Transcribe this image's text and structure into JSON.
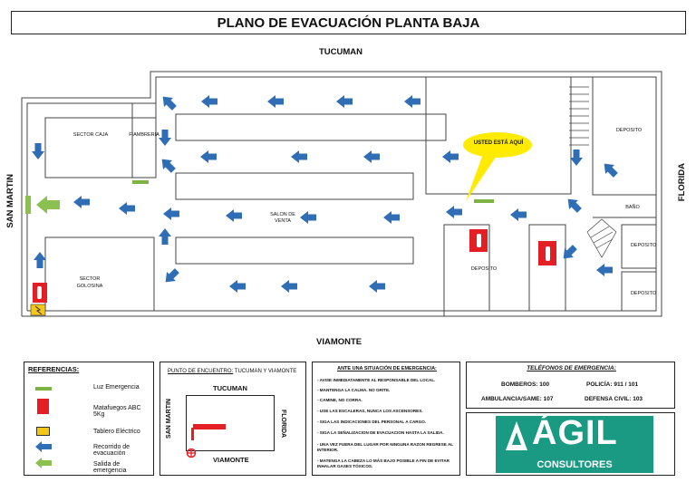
{
  "title": "PLANO DE EVACUACIÓN PLANTA BAJA",
  "streets": {
    "top": "TUCUMAN",
    "bottom": "VIAMONTE",
    "left": "SAN MARTIN",
    "right": "FLORIDA"
  },
  "rooms": {
    "sector_caja": "SECTOR CAJA",
    "fiambreria": "FIAMBRERIA",
    "salon": "SALON DE VENTA",
    "golosina": "SECTOR GOLOSINA",
    "deposito_top": "DEPOSITO",
    "bano": "BAÑO",
    "deposito_mid": "DEPOSITO",
    "deposito_bottom": "DEPOSITO",
    "deposito_center": "DEPOSITO"
  },
  "you_are_here": "USTED ESTÁ AQUÍ",
  "references": {
    "title": "REFERENCIAS:",
    "items": [
      "Luz Emergencia",
      "Matafuegos ABC 5Kg",
      "Tablero Eléctrico",
      "Recorrido de evacuación",
      "Salida de emergencia"
    ]
  },
  "meeting_point": {
    "label": "PUNTO DE ENCUENTRO:",
    "value": "TUCUMAN Y VIAMONTE",
    "top": "TUCUMAN",
    "bottom": "VIAMONTE",
    "left": "SAN MARTIN",
    "right": "FLORIDA"
  },
  "instructions": {
    "title": "ANTE UNA SITUACIÓN DE EMERGENCIA:",
    "items": [
      "- AVISE INMEDIATAMENTE AL RESPONSABLE DEL LOCAL.",
      "- MANTENGA LA CALMA. NO GRITE.",
      "- CAMINE, NO CORRA.",
      "- USE LAS ESCALERAS, NUNCA LOS ASCENSORES.",
      "- SIGA LAS INDICACIONES DEL PERSONAL A CARGO.",
      "- SIGA LA SEÑALIZACION DE EVACUACION HASTA LA SALIDA.",
      "- UNA VEZ FUERA DEL LUGAR POR NINGUNA RAZON REGRESE AL INTERIOR.",
      "- MATENGA LA CABEZA LO MÁS BAJO POSIBLE A FIN DE EVITAR INHALAR GASES TÓXICOS."
    ]
  },
  "phones": {
    "title": "TELÉFONOS DE EMERGENCIA:",
    "bomberos": "BOMBEROS: 100",
    "policia": "POLICÍA: 911 / 101",
    "ambulancia": "AMBULANCIA/SAME: 107",
    "defensa": "DEFENSA CIVIL: 103"
  },
  "logo": {
    "name": "ÁGIL",
    "sub": "CONSULTORES",
    "color": "#1a9a82"
  },
  "colors": {
    "arrow": "#2f6db5",
    "exit": "#8cc152",
    "light": "#7cb342",
    "extinguisher": "#e31e24",
    "bubble": "#ffeb00"
  }
}
